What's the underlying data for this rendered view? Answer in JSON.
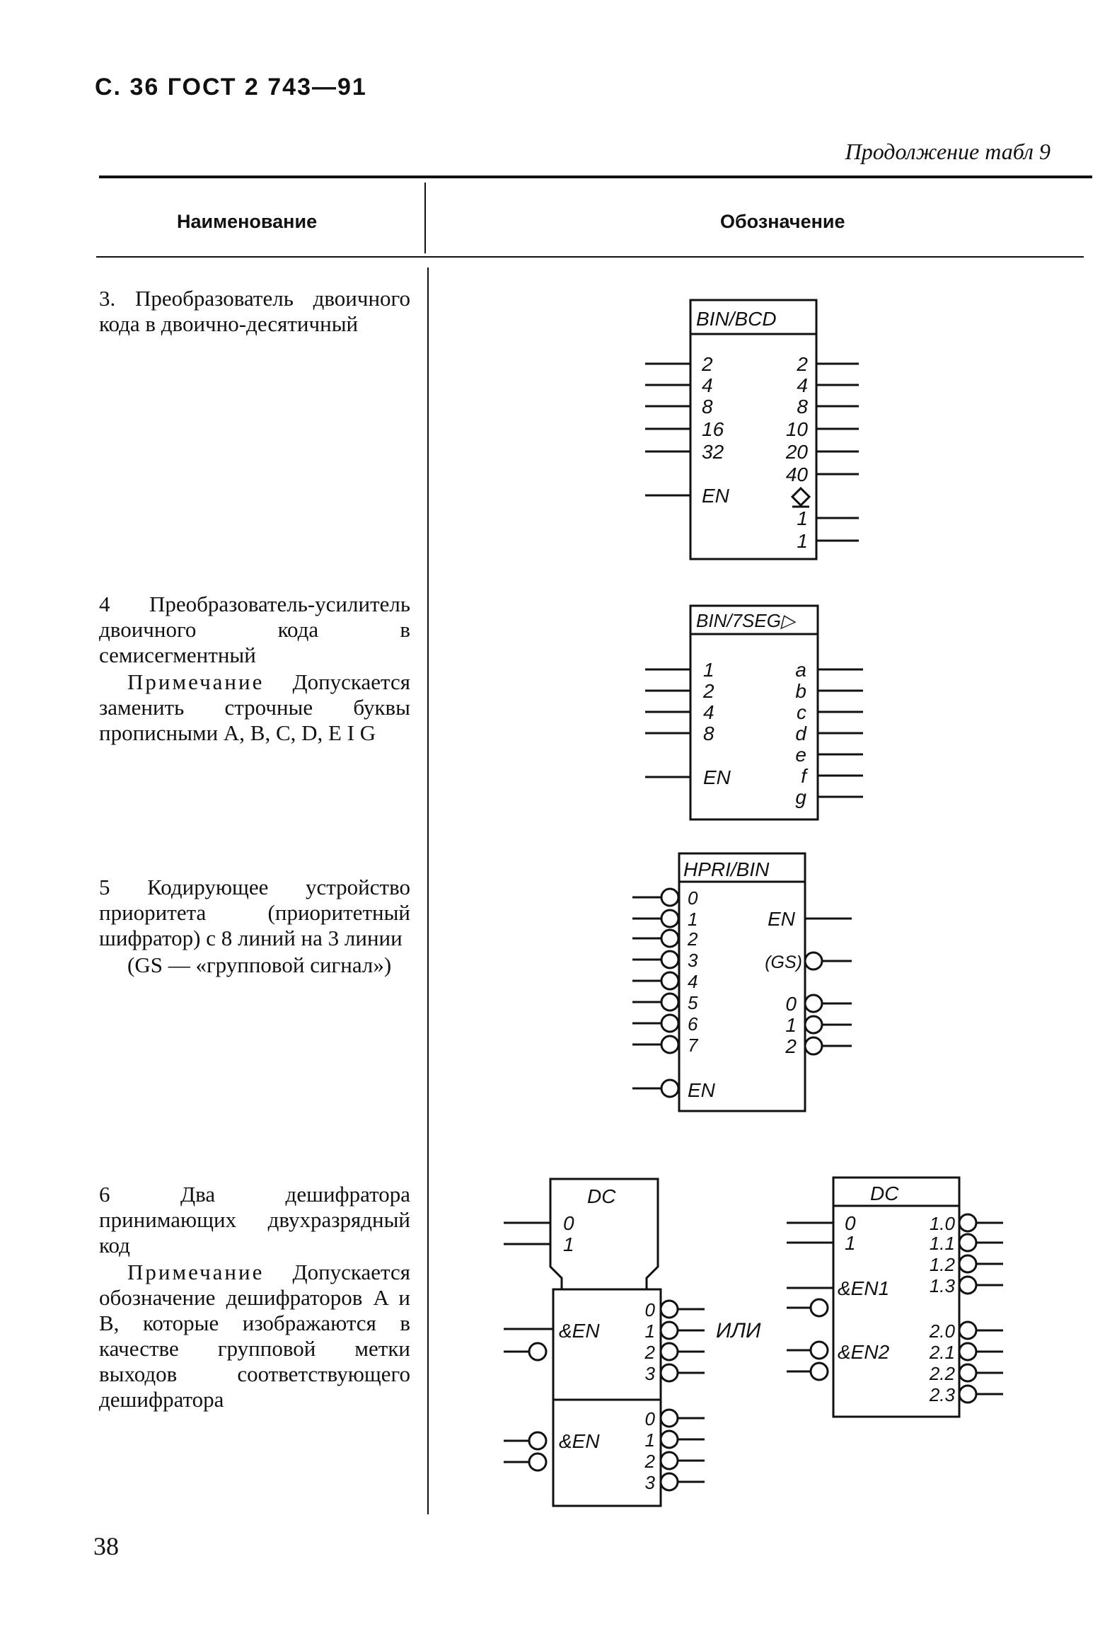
{
  "header": {
    "page_label": "С. 36 ГОСТ 2 743—91",
    "continuation": "Продолжение табл 9"
  },
  "table": {
    "col_name": "Наименование",
    "col_symbol": "Обозначение"
  },
  "entries": [
    {
      "text": "3. Преобразователь двоичного кода в двоично-десятичный",
      "note": ""
    },
    {
      "text": "4 Преобразователь-усилитель двоичного кода в семисегментный",
      "note_label": "Примечание",
      "note": "Допускается заменить строчные буквы прописными A, B, C, D, E I G"
    },
    {
      "text": "5 Кодирующее устройство приоритета (приоритетный шифратор) с 8 линий на 3 линии",
      "note": "(GS — «групповой сигнал»)"
    },
    {
      "text": "6 Два дешифратора принимающих двухразрядный код",
      "note_label": "Примечание",
      "note": "Допускается обозначение дешифраторов A и B, которые изображаются в качестве групповой метки выходов соответствующего дешифратора"
    }
  ],
  "symbols": {
    "bin_bcd": {
      "title": "BIN/BCD",
      "inputs": [
        "2",
        "4",
        "8",
        "16",
        "32",
        "EN"
      ],
      "outputs": [
        "2",
        "4",
        "8",
        "10",
        "20",
        "40",
        "1",
        "1"
      ]
    },
    "bin_7seg": {
      "title": "BIN/7SEG▷",
      "inputs": [
        "1",
        "2",
        "4",
        "8",
        "EN"
      ],
      "outputs": [
        "a",
        "b",
        "c",
        "d",
        "e",
        "f",
        "g"
      ]
    },
    "hpri_bin": {
      "title": "HPRI/BIN",
      "inputs": [
        "0",
        "1",
        "2",
        "3",
        "4",
        "5",
        "6",
        "7",
        "EN"
      ],
      "outputs": [
        "EN",
        "(GS)",
        "0",
        "1",
        "2"
      ]
    },
    "dc_pair": {
      "common_title": "DC",
      "common_inputs": [
        "0",
        "1"
      ],
      "block_a_label": "&EN",
      "block_b_label": "&EN",
      "outputs": [
        "0",
        "1",
        "2",
        "3"
      ],
      "or_word": "ИЛИ"
    },
    "dc_single": {
      "title": "DC",
      "inputs": [
        "0",
        "1"
      ],
      "en1": "&EN1",
      "en2": "&EN2",
      "outputs_a": [
        "1.0",
        "1.1",
        "1.2",
        "1.3"
      ],
      "outputs_b": [
        "2.0",
        "2.1",
        "2.2",
        "2.3"
      ]
    }
  },
  "footer": {
    "page_number": "38"
  }
}
